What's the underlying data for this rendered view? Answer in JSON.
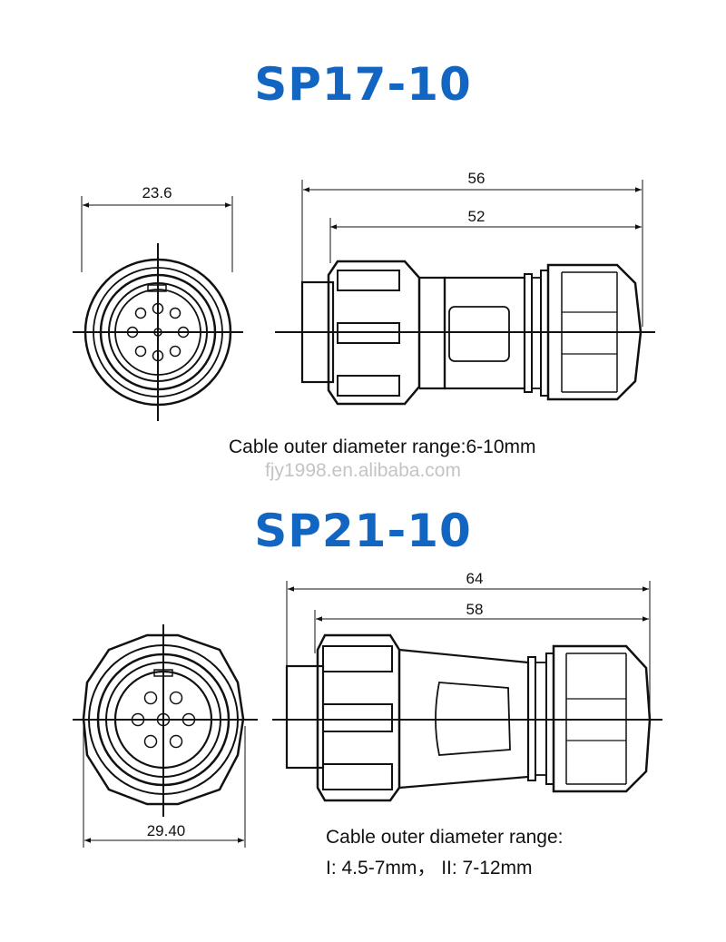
{
  "sp17": {
    "title": "SP17-10",
    "dims": {
      "front_width": "23.6",
      "overall_length": "56",
      "body_length": "52"
    },
    "note": "Cable outer diameter range:6-10mm"
  },
  "watermark": "fjy1998.en.alibaba.com",
  "sp21": {
    "title": "SP21-10",
    "dims": {
      "front_width": "29.40",
      "overall_length": "64",
      "body_length": "58"
    },
    "note_line1": "Cable outer diameter range:",
    "note_line2": "I: 4.5-7mm， II: 7-12mm"
  },
  "colors": {
    "title": "#1266c2",
    "line": "#111111",
    "watermark": "#c4c4c4"
  }
}
